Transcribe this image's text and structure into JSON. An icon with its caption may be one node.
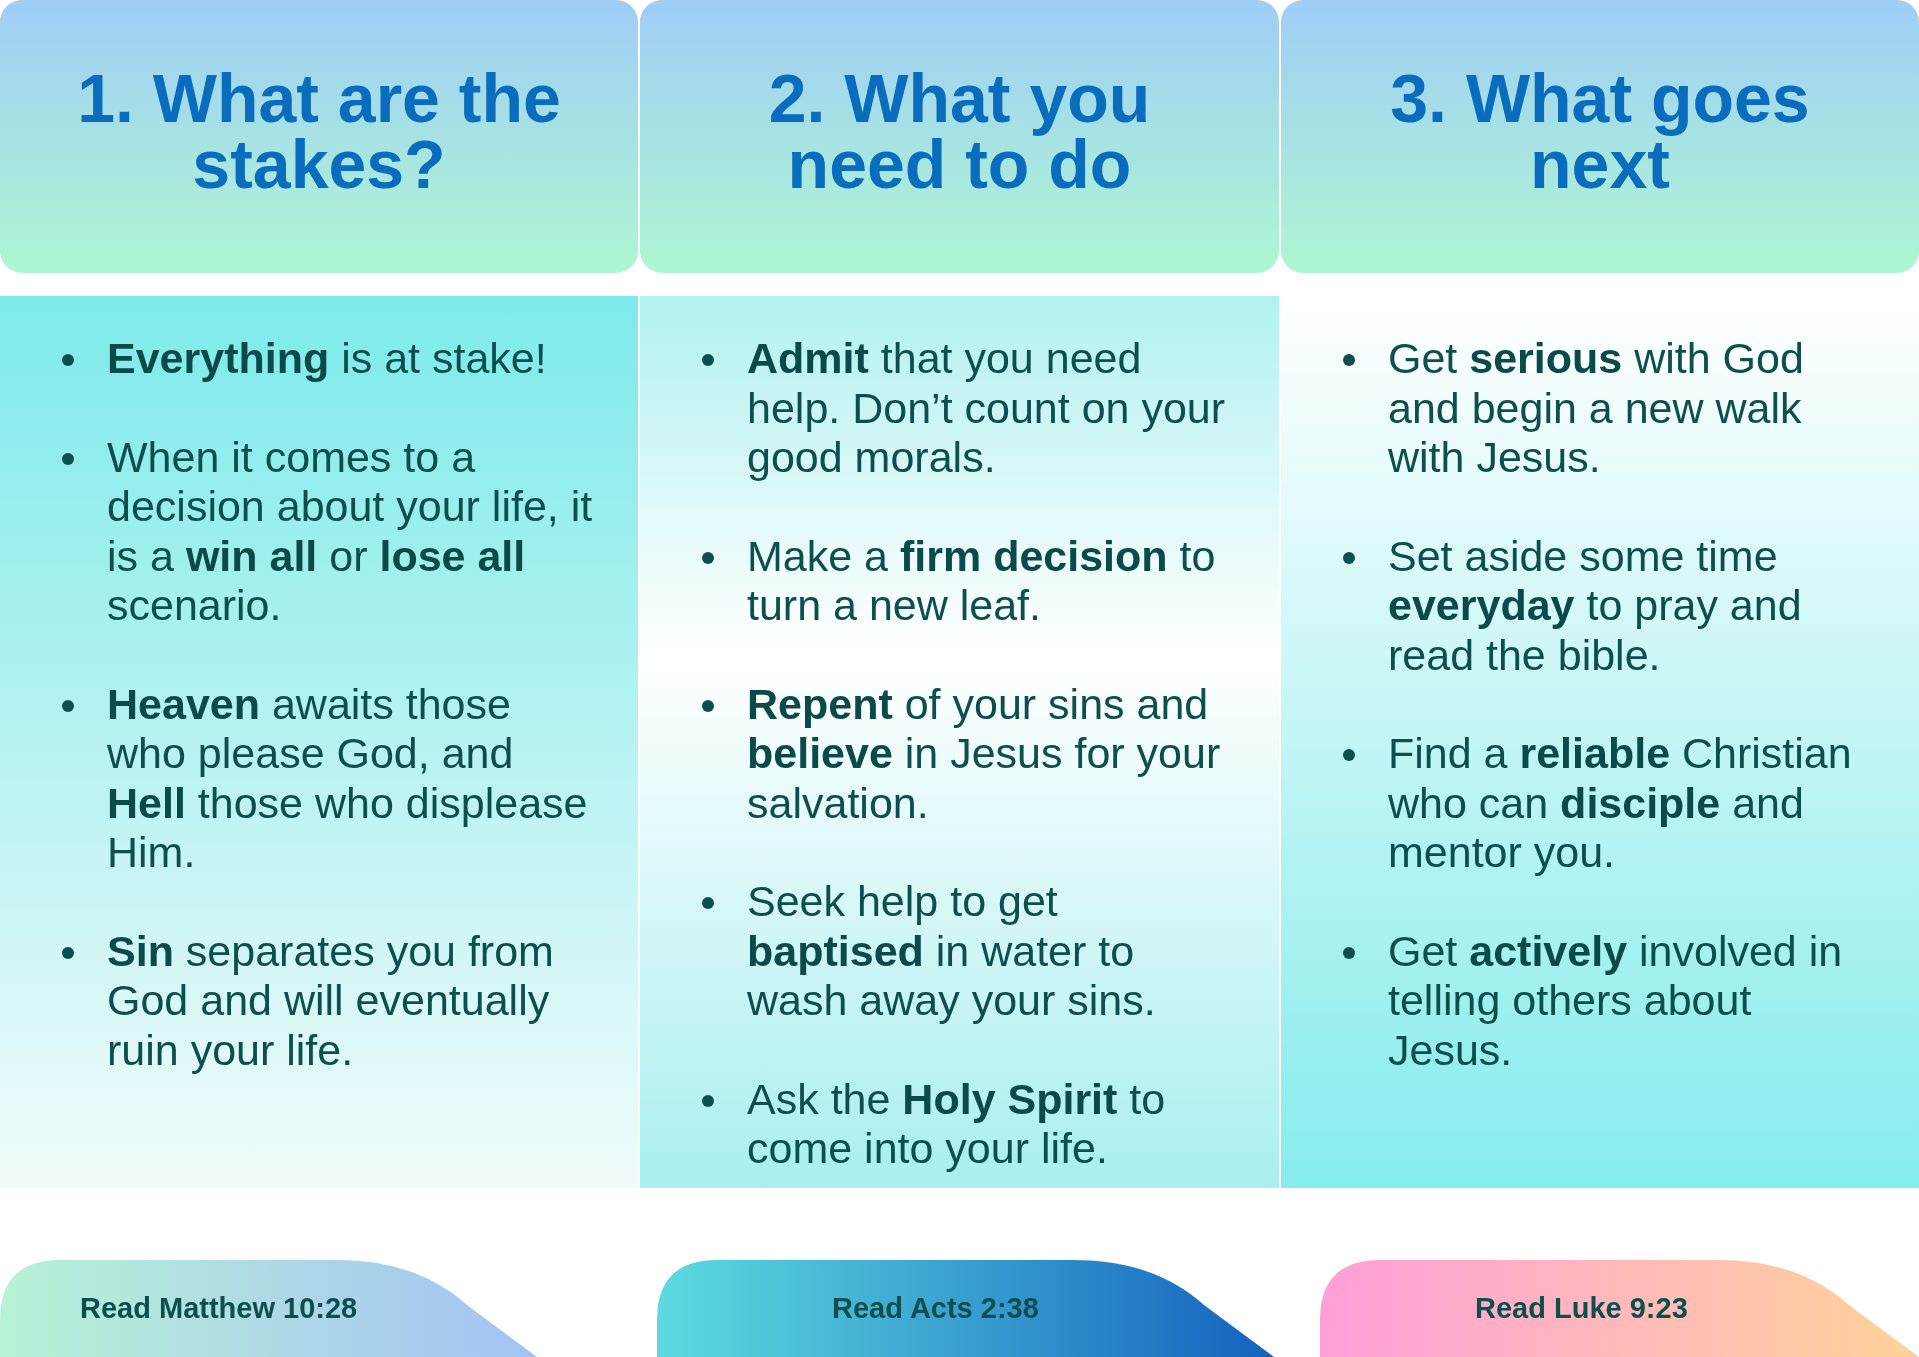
{
  "diagram": {
    "nodes": [
      {
        "text": [
          "1. What are the stakes?"
        ]
      },
      {
        "text": [
          "2. What you need to do"
        ]
      },
      {
        "text": [
          "3. What goes next"
        ]
      },
      {
        "text": [
          "**Everything** is at stake!",
          "When it comes to a decision about your life, it is a **win all** or **lose all** scenario.",
          "**Heaven** awaits those who please God, and **Hell** those who displease Him.",
          "**Sin** separates you from God and will eventually ruin your life."
        ]
      },
      {
        "text": [
          "**Admit** that you need help. Don’t count on your good morals.",
          "Make a **firm decision** to turn a new leaf.",
          "**Repent** of your sins and **believe** in Jesus for your salvation.",
          "Seek help to get **baptised** in water to wash away your sins.",
          "Ask the **Holy Spirit** to come into your life."
        ]
      },
      {
        "text": [
          "Get **serious** with God and begin a new walk with Jesus.",
          "Set aside some time **everyday** to pray and read the bible.",
          "Find a **reliable** Christian who can **disciple** and mentor you.",
          "Get **actively** involved in telling others about Jesus."
        ]
      },
      {
        "text": [
          "Read Matthew 10:28"
        ]
      },
      {
        "text": [
          "Read Acts 2:38"
        ]
      },
      {
        "text": [
          "Read Luke 9:23"
        ]
      }
    ]
  }
}
